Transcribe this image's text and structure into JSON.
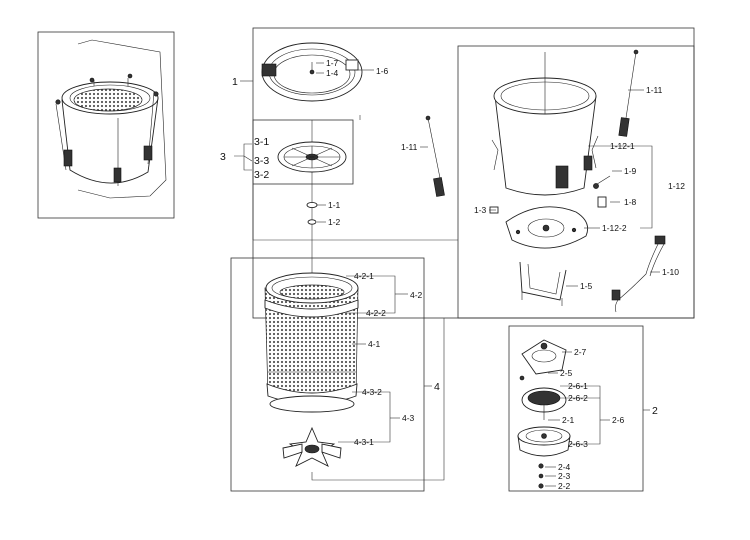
{
  "callouts": {
    "c1": "1",
    "c1_7": "1-7",
    "c1_4": "1-4",
    "c1_6": "1-6",
    "c1_11_left": "1-11",
    "c1_11_right": "1-11",
    "c1_12": "1-12",
    "c1_12_1": "1-12-1",
    "c1_12_2": "1-12-2",
    "c1_9": "1-9",
    "c1_8": "1-8",
    "c1_3": "1-3",
    "c1_5": "1-5",
    "c1_10": "1-10",
    "c1_1": "1-1",
    "c1_2": "1-2",
    "c3": "3",
    "c3_1": "3-1",
    "c3_3": "3-3",
    "c3_2": "3-2",
    "c4": "4",
    "c4_2": "4-2",
    "c4_2_1": "4-2-1",
    "c4_2_2": "4-2-2",
    "c4_1": "4-1",
    "c4_3": "4-3",
    "c4_3_2": "4-3-2",
    "c4_3_1": "4-3-1",
    "c2": "2",
    "c2_7": "2-7",
    "c2_5": "2-5",
    "c2_6": "2-6",
    "c2_6_1": "2-6-1",
    "c2_6_2": "2-6-2",
    "c2_1": "2-1",
    "c2_6_3": "2-6-3",
    "c2_4": "2-4",
    "c2_3": "2-3",
    "c2_2": "2-2"
  }
}
